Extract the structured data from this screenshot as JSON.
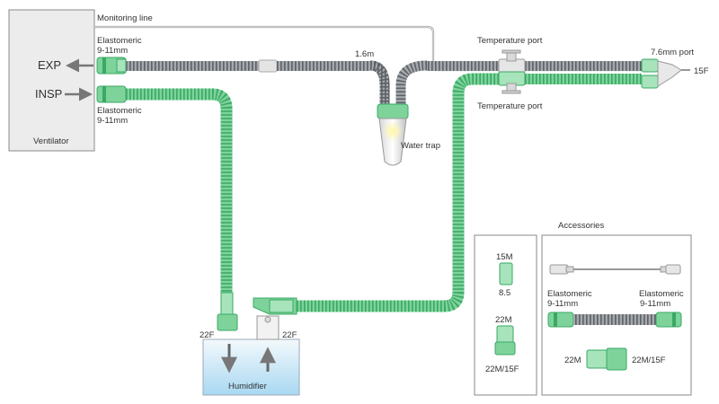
{
  "labels": {
    "monitoring_line": "Monitoring line",
    "exp": "EXP",
    "insp": "INSP",
    "ventilator": "Ventilator",
    "elastomeric_exp": "Elastomeric",
    "elastomeric_exp_size": "9-11mm",
    "elastomeric_insp": "Elastomeric",
    "elastomeric_insp_size": "9-11mm",
    "length": "1.6m",
    "temp_port_top": "Temperature port",
    "temp_port_bottom": "Temperature port",
    "port_76": "7.6mm port",
    "f15": "15F",
    "water_trap": "Water trap",
    "f22_left": "22F",
    "f22_right": "22F",
    "humidifier": "Humidifier"
  },
  "accessories": {
    "title": "Accessories",
    "m15": "15M",
    "m15_size": "8.5",
    "m22": "22M",
    "m22_f15": "22M/15F",
    "elastomeric_left": "Elastomeric",
    "elastomeric_left_size": "9-11mm",
    "elastomeric_right": "Elastomeric",
    "elastomeric_right_size": "9-11mm",
    "adapter_left": "22M",
    "adapter_right": "22M/15F"
  },
  "colors": {
    "tube_green": "#7ed39a",
    "tube_green_dark": "#3aa866",
    "tube_gray": "#9a9ea3",
    "tube_gray_dark": "#5e6266",
    "box_gray": "#ececec",
    "border": "#8a8a8a",
    "humidifier_top": "#eef6fb",
    "humidifier_bottom": "#a9d8f2"
  }
}
